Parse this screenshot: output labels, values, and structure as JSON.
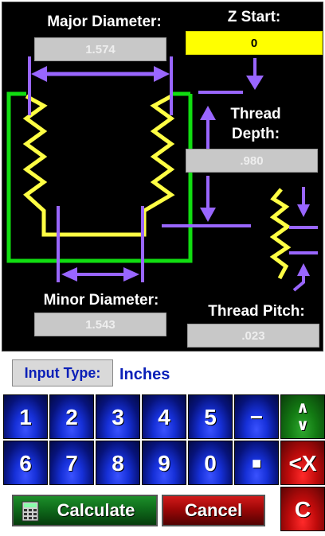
{
  "diagram": {
    "major_diameter": {
      "label": "Major Diameter:",
      "value": "1.574"
    },
    "z_start": {
      "label": "Z Start:",
      "value": "0"
    },
    "thread_depth": {
      "label_line1": "Thread",
      "label_line2": "Depth:",
      "value": ".980"
    },
    "minor_diameter": {
      "label": "Minor Diameter:",
      "value": "1.543"
    },
    "thread_pitch": {
      "label": "Thread Pitch:",
      "value": ".023"
    }
  },
  "input": {
    "type_label": "Input Type:",
    "type_value": "Inches"
  },
  "keypad": {
    "keys": [
      "1",
      "2",
      "3",
      "4",
      "5",
      "−",
      "6",
      "7",
      "8",
      "9",
      "0",
      "■"
    ],
    "up_down_label": "∧\n∨",
    "backspace_label": "<X",
    "clear_label": "C"
  },
  "actions": {
    "calculate_label": "Calculate",
    "cancel_label": "Cancel"
  },
  "icons": {
    "calculator": "calculator-icon"
  },
  "colors": {
    "purple": "#9966ff",
    "yellow": "#ffff44",
    "green": "#11dd11",
    "active_field": "#ffff00",
    "label_blue": "#0b20b8"
  }
}
